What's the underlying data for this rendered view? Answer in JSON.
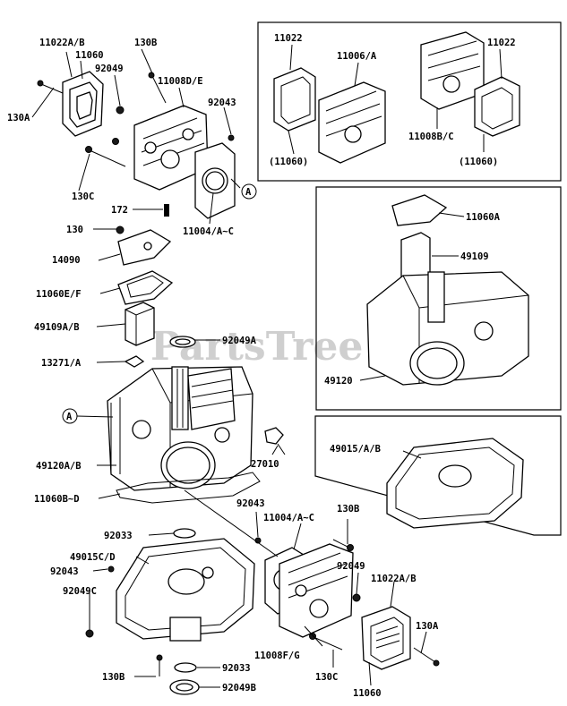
{
  "watermark": "PartsTree",
  "callouts": {
    "a_left": "A",
    "a_right": "A"
  },
  "labels": {
    "l_11022ab_top": "11022A/B",
    "l_11060_top": "11060",
    "l_130b_top": "130B",
    "l_92049_top": "92049",
    "l_11008de": "11008D/E",
    "l_92043_top": "92043",
    "l_130a_top": "130A",
    "l_130c_top": "130C",
    "l_172": "172",
    "l_11004ac_top": "11004/A~C",
    "l_130": "130",
    "l_14090": "14090",
    "l_11060ef": "11060E/F",
    "l_49109ab": "49109A/B",
    "l_92049a": "92049A",
    "l_13271ab": "13271/A",
    "l_49120ab": "49120A/B",
    "l_27010": "27010",
    "l_11060bd": "11060B~D",
    "l_92043_mid": "92043",
    "l_11004ac_mid": "11004/A~C",
    "l_130b_mid": "130B",
    "l_92033_a": "92033",
    "l_49015cd": "49015C/D",
    "l_92043_low": "92043",
    "l_92049c": "92049C",
    "l_92049_mid": "92049",
    "l_11022ab_low": "11022A/B",
    "l_130a_low": "130A",
    "l_11008fg": "11008F/G",
    "l_130c_low": "130C",
    "l_11060_low": "11060",
    "l_130b_low": "130B",
    "l_92033_b": "92033",
    "l_92049b": "92049B",
    "box1_11022_a": "11022",
    "box1_11006a": "11006/A",
    "box1_11022_b": "11022",
    "box1_11060_a": "(11060)",
    "box1_11008bc": "11008B/C",
    "box1_11060_b": "(11060)",
    "box2_11060a": "11060A",
    "box2_49109": "49109",
    "box2_49120": "49120",
    "box3_49015ab": "49015/A/B"
  }
}
